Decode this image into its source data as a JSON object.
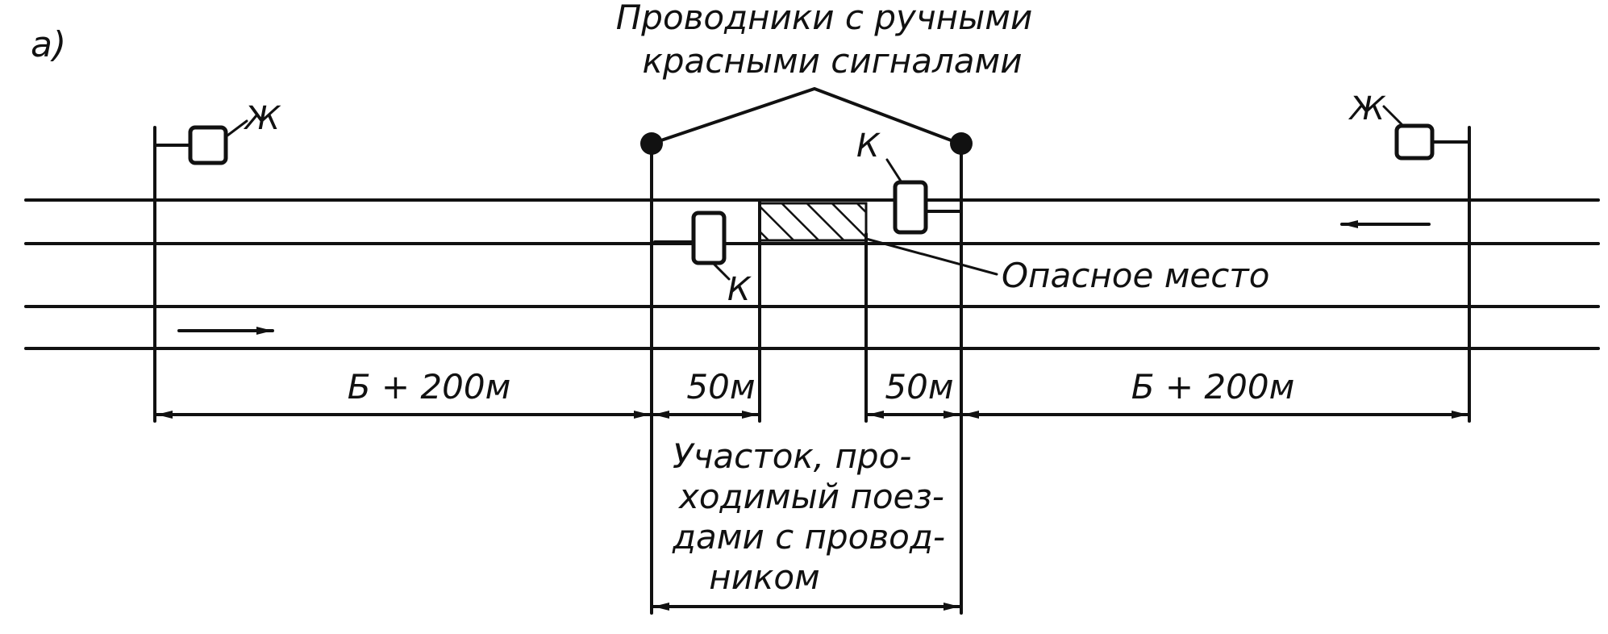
{
  "figure_label": "а)",
  "conductors_title_line1": "Проводники с ручными",
  "conductors_title_line2": "красными сигналами",
  "signal_yellow": "Ж",
  "signal_red": "К",
  "danger_place_label": "Опасное место",
  "distance_outer": "Б + 200м",
  "distance_inner": "50м",
  "section_label_line1": "Участок, про-",
  "section_label_line2": "ходимый поез-",
  "section_label_line3": "дами с провод-",
  "section_label_line4": "ником",
  "colors": {
    "ink": "#111111",
    "paper": "#ffffff"
  }
}
